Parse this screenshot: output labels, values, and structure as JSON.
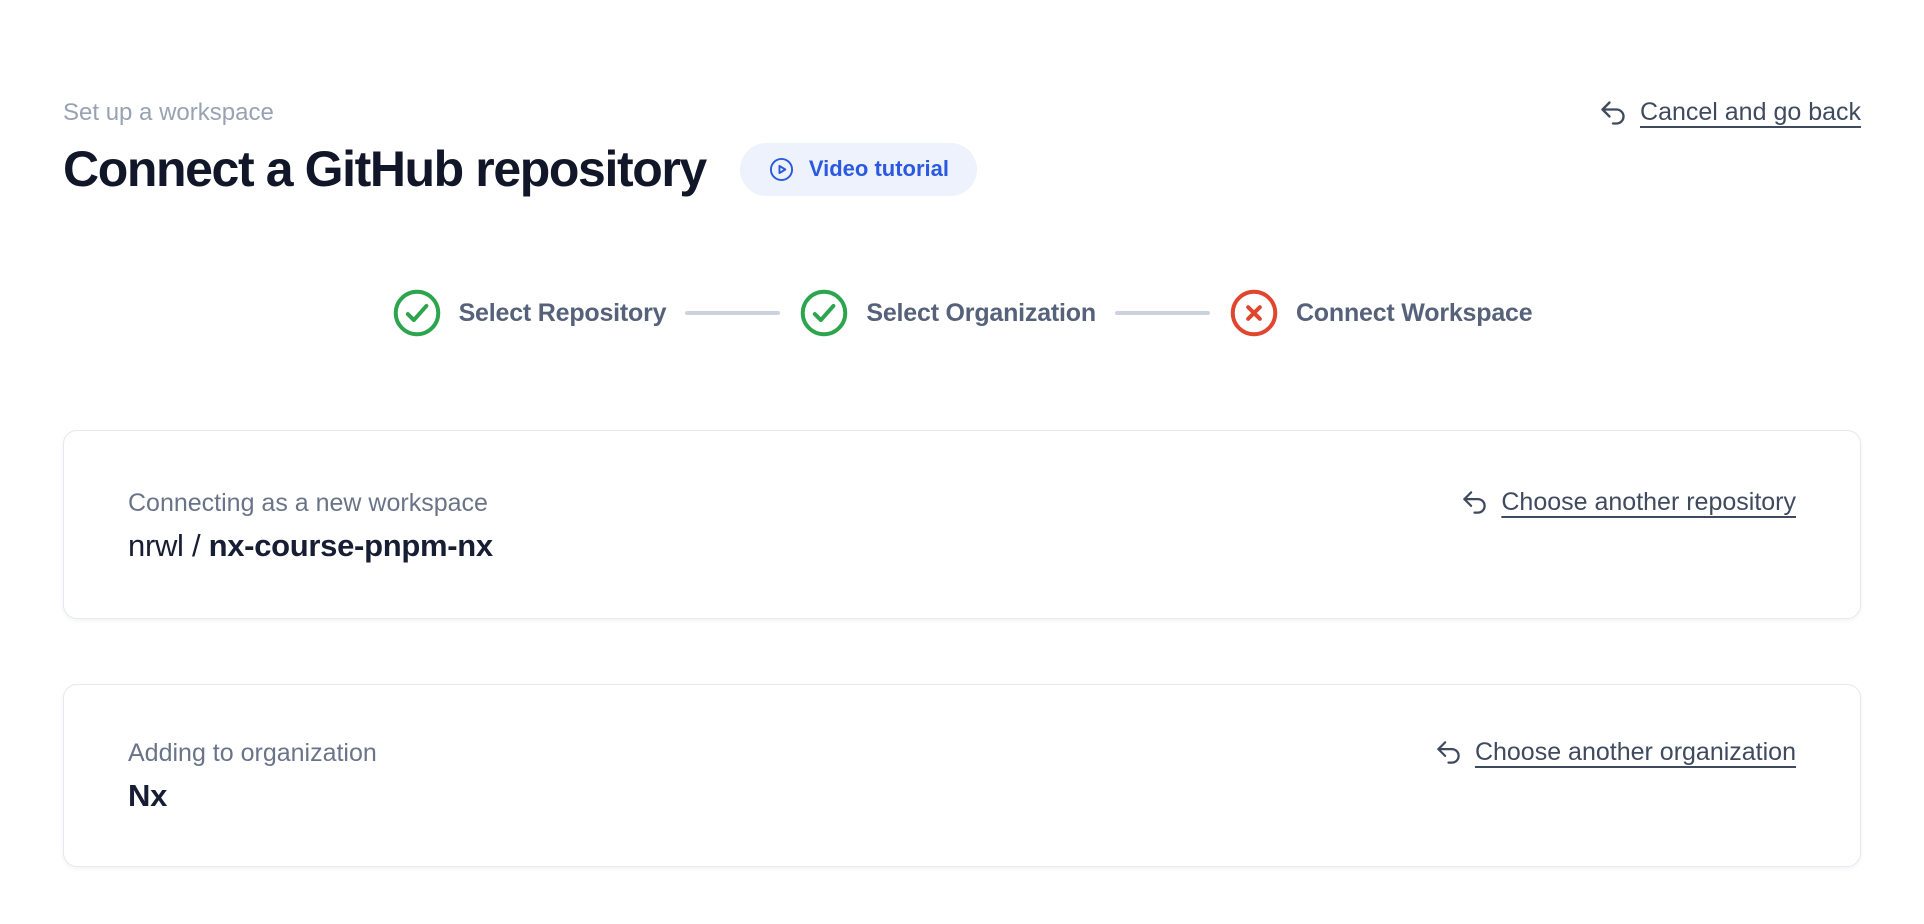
{
  "page": {
    "eyebrow": "Set up a workspace",
    "title": "Connect a GitHub repository",
    "video_tutorial_label": "Video tutorial",
    "cancel_label": "Cancel and go back"
  },
  "stepper": {
    "steps": [
      {
        "label": "Select Repository",
        "status": "complete"
      },
      {
        "label": "Select Organization",
        "status": "complete"
      },
      {
        "label": "Connect Workspace",
        "status": "error"
      }
    ]
  },
  "repository_card": {
    "label": "Connecting as a new workspace",
    "owner": "nrwl /",
    "repo": "nx-course-pnpm-nx",
    "action_label": "Choose another repository"
  },
  "organization_card": {
    "label": "Adding to organization",
    "value": "Nx",
    "action_label": "Choose another organization"
  },
  "colors": {
    "accent_blue": "#2b59e0",
    "pill_background": "#eef2fd",
    "success_green": "#2da44e",
    "error_red": "#e0452e",
    "connector_gray": "#ccd2de",
    "title_dark": "#111729",
    "eyebrow_gray": "#98a2b3",
    "card_label_gray": "#6a7489",
    "link_slate": "#3f4a5f",
    "card_border": "#e5e8ef"
  }
}
